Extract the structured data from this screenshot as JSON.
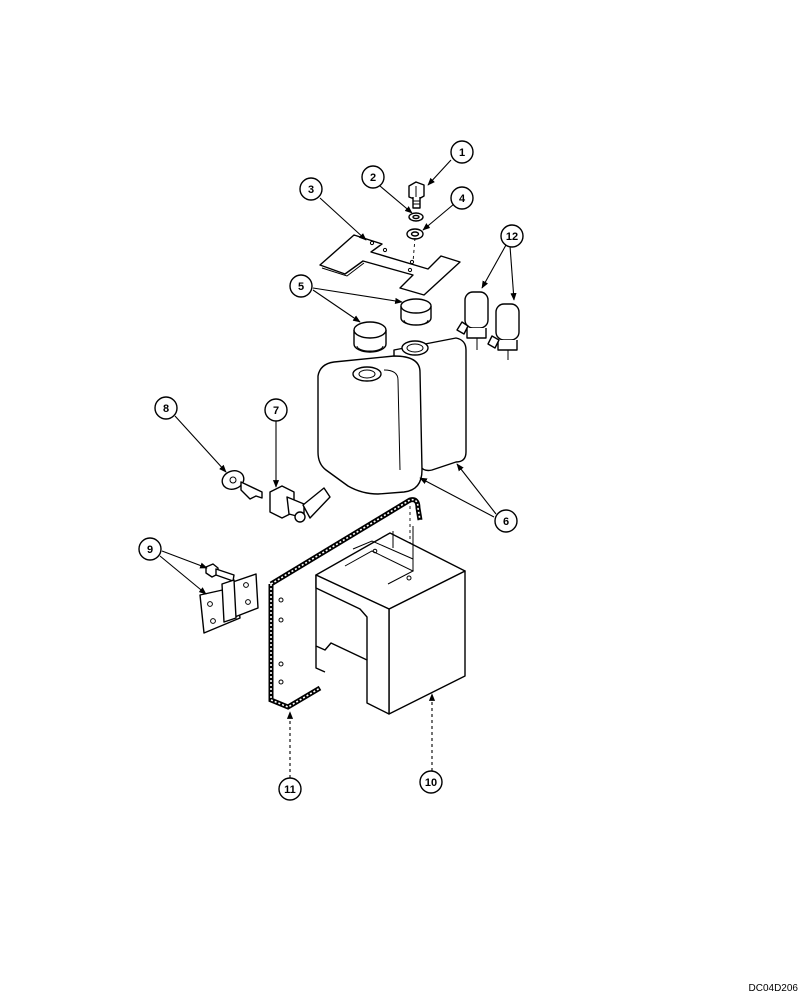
{
  "drawing_code": "DC04D206",
  "callouts": {
    "c1": "1",
    "c2": "2",
    "c3": "3",
    "c4": "4",
    "c5": "5",
    "c6": "6",
    "c7": "7",
    "c8": "8",
    "c9": "9",
    "c10": "10",
    "c11": "11",
    "c12": "12"
  },
  "colors": {
    "line": "#000000",
    "background": "#ffffff"
  }
}
